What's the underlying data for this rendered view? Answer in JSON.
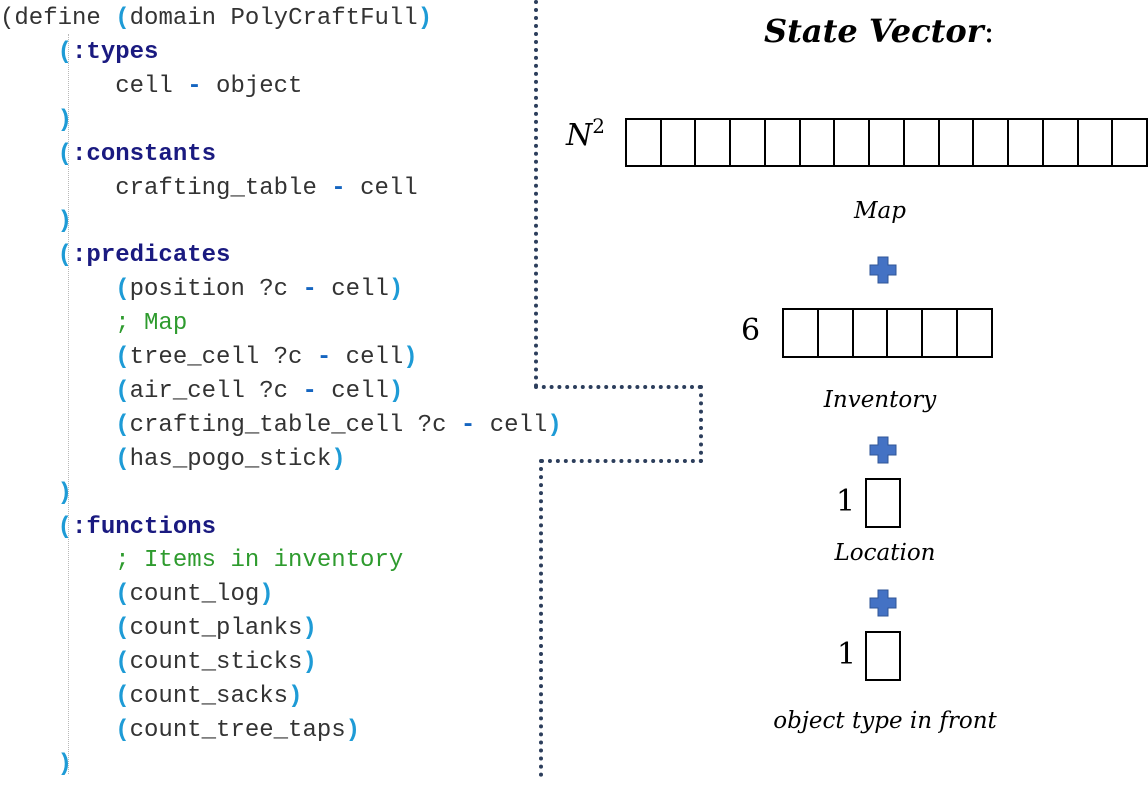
{
  "code": {
    "lines": [
      [
        {
          "t": "(",
          "c": "black"
        },
        {
          "t": "define ",
          "c": "black"
        },
        {
          "t": "(",
          "c": "par"
        },
        {
          "t": "domain PolyCraftFull",
          "c": "black"
        },
        {
          "t": ")",
          "c": "par"
        }
      ],
      [
        {
          "t": "    ",
          "c": "black"
        },
        {
          "t": "(",
          "c": "par"
        },
        {
          "t": ":types",
          "c": "kw"
        }
      ],
      [
        {
          "t": "        cell ",
          "c": "black"
        },
        {
          "t": "-",
          "c": "dash"
        },
        {
          "t": " object",
          "c": "black"
        }
      ],
      [
        {
          "t": "    ",
          "c": "black"
        },
        {
          "t": ")",
          "c": "par"
        }
      ],
      [
        {
          "t": "    ",
          "c": "black"
        },
        {
          "t": "(",
          "c": "par"
        },
        {
          "t": ":constants",
          "c": "kw"
        }
      ],
      [
        {
          "t": "        crafting_table ",
          "c": "black"
        },
        {
          "t": "-",
          "c": "dash"
        },
        {
          "t": " cell",
          "c": "black"
        }
      ],
      [
        {
          "t": "    ",
          "c": "black"
        },
        {
          "t": ")",
          "c": "par"
        }
      ],
      [
        {
          "t": "    ",
          "c": "black"
        },
        {
          "t": "(",
          "c": "par"
        },
        {
          "t": ":predicates",
          "c": "kw"
        }
      ],
      [
        {
          "t": "        ",
          "c": "black"
        },
        {
          "t": "(",
          "c": "par"
        },
        {
          "t": "position ?c ",
          "c": "black"
        },
        {
          "t": "-",
          "c": "dash"
        },
        {
          "t": " cell",
          "c": "black"
        },
        {
          "t": ")",
          "c": "par"
        }
      ],
      [
        {
          "t": "        ; Map",
          "c": "cmt"
        }
      ],
      [
        {
          "t": "        ",
          "c": "black"
        },
        {
          "t": "(",
          "c": "par"
        },
        {
          "t": "tree_cell ?c ",
          "c": "black"
        },
        {
          "t": "-",
          "c": "dash"
        },
        {
          "t": " cell",
          "c": "black"
        },
        {
          "t": ")",
          "c": "par"
        }
      ],
      [
        {
          "t": "        ",
          "c": "black"
        },
        {
          "t": "(",
          "c": "par"
        },
        {
          "t": "air_cell ?c ",
          "c": "black"
        },
        {
          "t": "-",
          "c": "dash"
        },
        {
          "t": " cell",
          "c": "black"
        },
        {
          "t": ")",
          "c": "par"
        }
      ],
      [
        {
          "t": "        ",
          "c": "black"
        },
        {
          "t": "(",
          "c": "par"
        },
        {
          "t": "crafting_table_cell ?c ",
          "c": "black"
        },
        {
          "t": "-",
          "c": "dash"
        },
        {
          "t": " cell",
          "c": "black"
        },
        {
          "t": ")",
          "c": "par"
        }
      ],
      [
        {
          "t": "        ",
          "c": "black"
        },
        {
          "t": "(",
          "c": "par"
        },
        {
          "t": "has_pogo_stick",
          "c": "black"
        },
        {
          "t": ")",
          "c": "par"
        }
      ],
      [
        {
          "t": "    ",
          "c": "black"
        },
        {
          "t": ")",
          "c": "par"
        }
      ],
      [
        {
          "t": "    ",
          "c": "black"
        },
        {
          "t": "(",
          "c": "par"
        },
        {
          "t": ":functions",
          "c": "kw"
        }
      ],
      [
        {
          "t": "        ; Items in inventory",
          "c": "cmt"
        }
      ],
      [
        {
          "t": "        ",
          "c": "black"
        },
        {
          "t": "(",
          "c": "par"
        },
        {
          "t": "count_log",
          "c": "black"
        },
        {
          "t": ")",
          "c": "par"
        }
      ],
      [
        {
          "t": "        ",
          "c": "black"
        },
        {
          "t": "(",
          "c": "par"
        },
        {
          "t": "count_planks",
          "c": "black"
        },
        {
          "t": ")",
          "c": "par"
        }
      ],
      [
        {
          "t": "        ",
          "c": "black"
        },
        {
          "t": "(",
          "c": "par"
        },
        {
          "t": "count_sticks",
          "c": "black"
        },
        {
          "t": ")",
          "c": "par"
        }
      ],
      [
        {
          "t": "        ",
          "c": "black"
        },
        {
          "t": "(",
          "c": "par"
        },
        {
          "t": "count_sacks",
          "c": "black"
        },
        {
          "t": ")",
          "c": "par"
        }
      ],
      [
        {
          "t": "        ",
          "c": "black"
        },
        {
          "t": "(",
          "c": "par"
        },
        {
          "t": "count_tree_taps",
          "c": "black"
        },
        {
          "t": ")",
          "c": "par"
        }
      ],
      [
        {
          "t": "    ",
          "c": "black"
        },
        {
          "t": ")",
          "c": "par"
        }
      ]
    ]
  },
  "diagram": {
    "title": "State Vector",
    "title_suffix": ":",
    "map": {
      "size_base": "N",
      "size_exp": "2",
      "cells": 15,
      "label": "Map"
    },
    "inventory": {
      "size": "6",
      "cells": 6,
      "label": "Inventory"
    },
    "location": {
      "size": "1",
      "cells": 1,
      "label": "Location"
    },
    "front": {
      "size": "1",
      "cells": 1,
      "label": "object type in front"
    },
    "plus_icon": "plus-icon",
    "plus_color": "#4472c4"
  }
}
